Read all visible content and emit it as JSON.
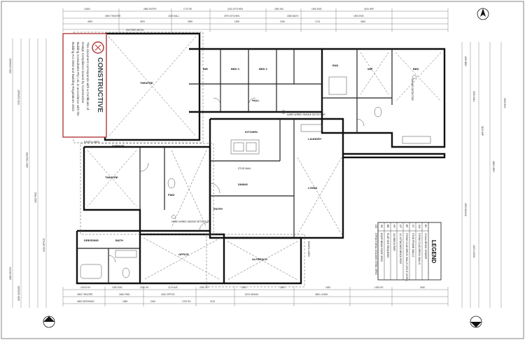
{
  "stamp": {
    "brand": "CONSTRUCTIVE",
    "text_lines": [
      "This document corresponds with a Certificate of",
      "Design Compliance issued by Constructive",
      "Building Consultants Pty Ltd, in accordance with the",
      "Building Act 2016 and Building Regulations 2022"
    ]
  },
  "top_dims": {
    "row1": [
      "10300",
      "2850 ENTRY",
      "1770 SK",
      "3120 KITCHEN",
      "1690 WC",
      "1900 ENS",
      "4100 WIP"
    ],
    "row2": [
      "4900 THEATRE",
      "1675 HALL",
      "2970 KITCHEN",
      "2280 BATH",
      "1900 ENS"
    ],
    "row3": [
      "4920",
      "3870",
      "2550",
      "1000",
      "2240",
      "1710",
      "3460"
    ]
  },
  "bottom_dims": {
    "row1": [
      "11000 SH",
      "1090 ENS",
      "2230 SH",
      "1170 AVE",
      "2290 SH",
      "4200",
      "3400",
      "1630",
      "1925 SH",
      "3440"
    ],
    "row2": [
      "4900 THEATRE",
      "2480 PWD",
      "4240 OFFICE",
      "5070 DINING",
      "3500 LIVING"
    ],
    "row3": [
      "4900 DRESSING",
      "1085",
      "2160",
      "1700 SH",
      "2115"
    ]
  },
  "rooms": {
    "theatre_upper": "THEATRE",
    "bir_left": "BIR",
    "bed3": "BED 3",
    "bed2": "BED 2",
    "hall": "HALL",
    "kitchen": "KITCHEN",
    "laundry": "LAUNDRY",
    "pwd": "PWD",
    "ens": "ENS",
    "bed1_wip": "WIP",
    "bed_master": "BED",
    "theatre": "THEATRE",
    "office": "OFFICE",
    "dining": "DINING",
    "living": "LIVING",
    "alfresco": "ALFRESCO",
    "entry": "ENTRY",
    "garage": "GARAGE",
    "dressing": "DRESSING",
    "bath": "BATH"
  },
  "notes": {
    "smoke1": "HARD WIRED SMOKE DETECTOR",
    "smoke2": "HARD WIRED SMOKE DETECTOR",
    "smoke3": "SMOKE DETECTOR",
    "eaves1": "EAVES LINED",
    "eaves2": "EAVES LINED",
    "stud_wall": "STUD WALL",
    "gutter": "GUTTER ON FA"
  },
  "legend": {
    "title": "LEGEND",
    "items": [
      {
        "code": "BV",
        "desc": "110mm BRICK VENEER"
      },
      {
        "code": "SW",
        "desc": "STONE CLAD BRICK WALLS"
      },
      {
        "code": "ST",
        "desc": "STUD FRAME WALLS"
      },
      {
        "code": "BP",
        "desc": "STONE CLAD BRICK WALLS (SPLIT LEVEL)"
      },
      {
        "code": "CP",
        "desc": "110 ATTACHED BRICK PIER"
      },
      {
        "code": "HP",
        "desc": "160 BRICK PIER"
      },
      {
        "code": "BB",
        "desc": "FLUE NOT REQUIRED"
      },
      {
        "code": "SR",
        "desc": "ROOF BEAM ROOF SPEC"
      },
      {
        "code": "CB",
        "desc": "STRUCTURAL COLUMN STEEL SPEC"
      }
    ]
  },
  "left_dims": [
    "3250 GARAGE",
    "3720 GARAGE",
    "4550 THEATRE",
    "2400 PWD",
    "3420 OFFICE",
    "1850 ENTRY",
    "6030 GARAGE"
  ],
  "right_dims": [
    "4330 BED",
    "3230 HALL",
    "3120 WIP",
    "2660 LDRY",
    "4930 DINING",
    "4400 LIVING",
    "3910 ENS"
  ],
  "colors": {
    "ink": "#111111",
    "stamp": "#b23a3a",
    "paper": "#ffffff"
  }
}
